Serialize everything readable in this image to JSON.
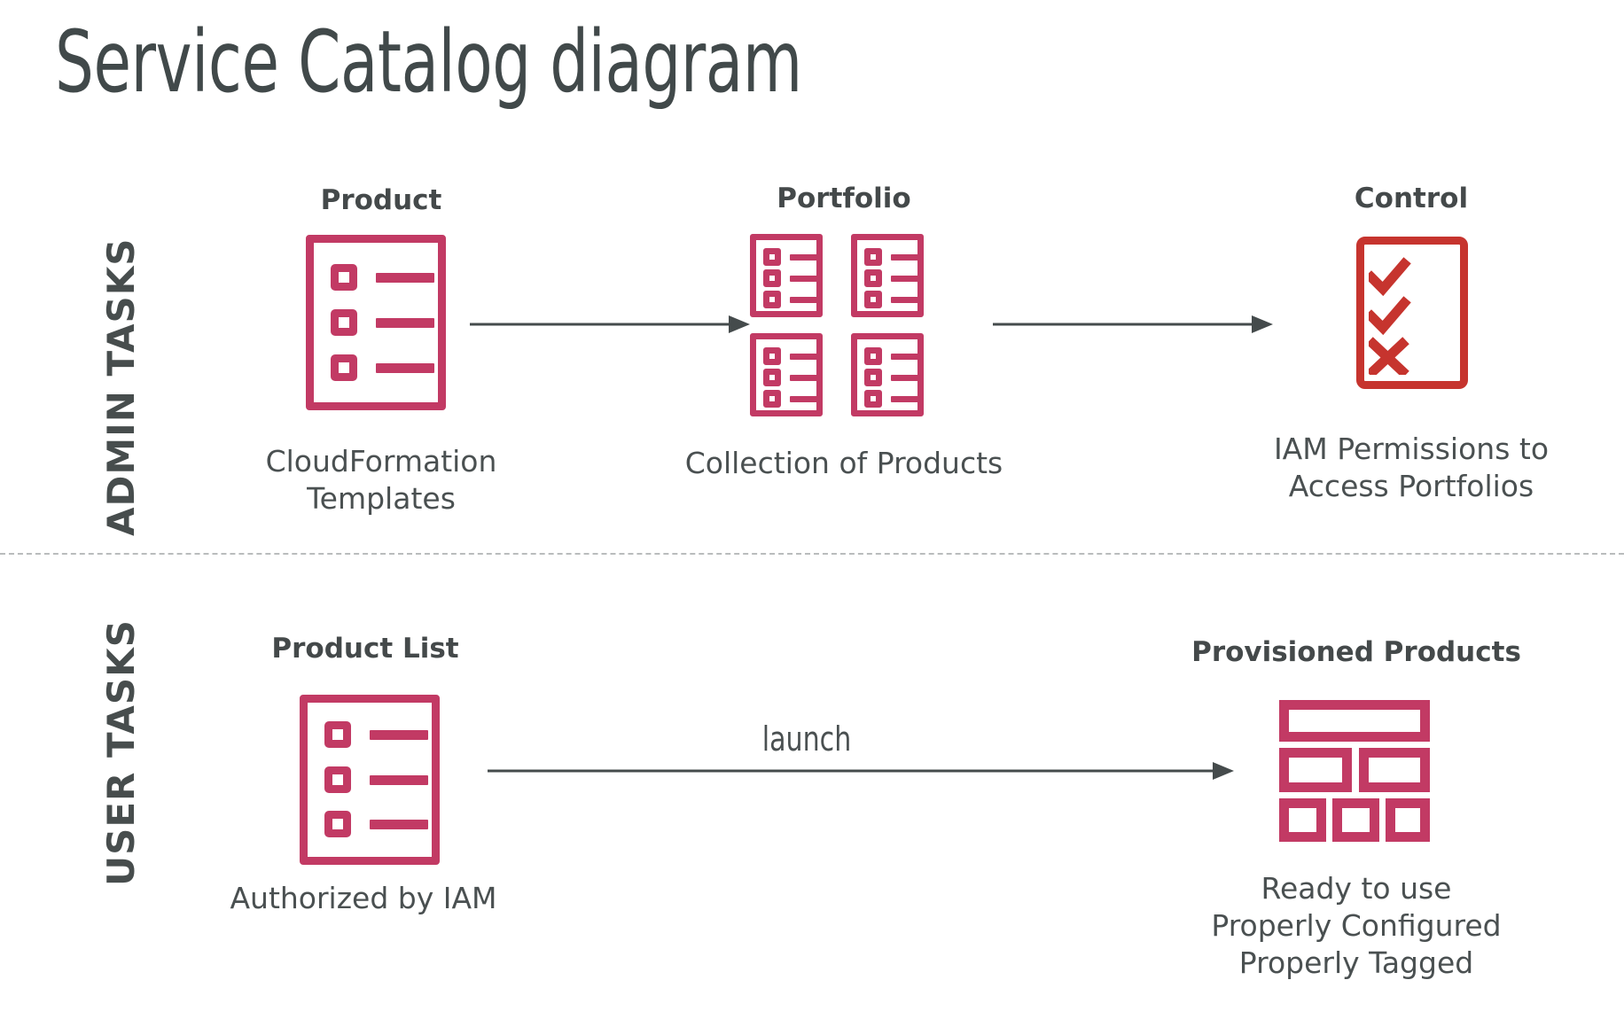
{
  "page": {
    "title": "Service Catalog diagram",
    "background": "#ffffff"
  },
  "colors": {
    "crimson": "#c23a64",
    "red": "#c6342e",
    "text_dark": "#44494a",
    "text_caption": "#4a5051",
    "divider": "#b9bcbd",
    "arrow": "#454b4c"
  },
  "bands": [
    {
      "id": "admin",
      "label": "ADMIN TASKS"
    },
    {
      "id": "user",
      "label": "USER TASKS"
    }
  ],
  "admin_row": {
    "nodes": [
      {
        "id": "product",
        "title": "Product",
        "caption": "CloudFormation\nTemplates",
        "icon": "product-list-document-icon"
      },
      {
        "id": "portfolio",
        "title": "Portfolio",
        "caption": "Collection of Products",
        "icon": "portfolio-grid-icon"
      },
      {
        "id": "control",
        "title": "Control",
        "caption": "IAM Permissions to\nAccess Portfolios",
        "icon": "control-checklist-icon",
        "marks": [
          "check",
          "check",
          "cross"
        ]
      }
    ],
    "arrows": [
      {
        "id": "product-to-portfolio",
        "label": ""
      },
      {
        "id": "portfolio-to-control",
        "label": ""
      }
    ]
  },
  "user_row": {
    "nodes": [
      {
        "id": "product-list",
        "title": "Product List",
        "caption": "Authorized by IAM",
        "icon": "product-list-document-icon"
      },
      {
        "id": "provisioned-products",
        "title": "Provisioned Products",
        "caption": "Ready to use\nProperly Configured\nProperly Tagged",
        "icon": "provisioned-blocks-icon"
      }
    ],
    "arrows": [
      {
        "id": "launch-arrow",
        "label": "launch"
      }
    ]
  }
}
